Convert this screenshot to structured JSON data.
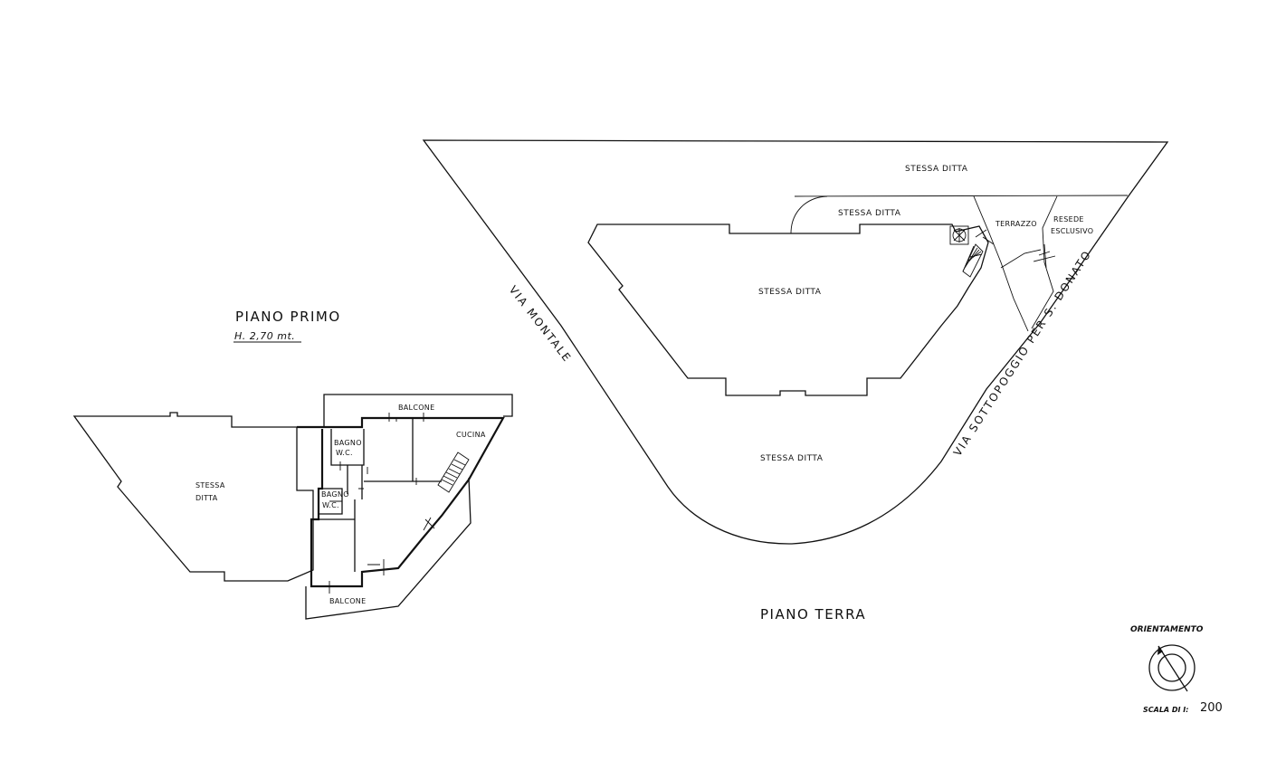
{
  "piano_primo": {
    "title": "PIANO PRIMO",
    "height_note": "H.  2,70 mt.",
    "rooms": {
      "stessa_ditta_1": "STESSA",
      "stessa_ditta_2": "DITTA",
      "bagno_1_a": "BAGNO",
      "bagno_1_b": "W.C.",
      "bagno_2_a": "BAGNO",
      "bagno_2_b": "W.C.",
      "cucina": "CUCINA",
      "balcone_top": "BALCONE",
      "balcone_bottom": "BALCONE"
    }
  },
  "piano_terra": {
    "title": "PIANO TERRA",
    "rooms": {
      "stessa_ditta_top": "STESSA  DITTA",
      "stessa_ditta_strip": "STESSA  DITTA",
      "stessa_ditta_main": "STESSA  DITTA",
      "stessa_ditta_bottom": "STESSA  DITTA",
      "terrazzo": "TERRAZZO",
      "resede_1": "RESEDE",
      "resede_2": "ESCLUSIVO"
    },
    "streets": {
      "via_montale": "VIA  MONTALE",
      "via_sottopoggio": "VIA  SOTTOPOGGIO  PER  S. DONATO"
    }
  },
  "legend": {
    "orientation_label": "ORIENTAMENTO",
    "scale_label": "SCALA DI I:",
    "scale_value": "200",
    "compass_icon": "north-arrow-icon"
  }
}
